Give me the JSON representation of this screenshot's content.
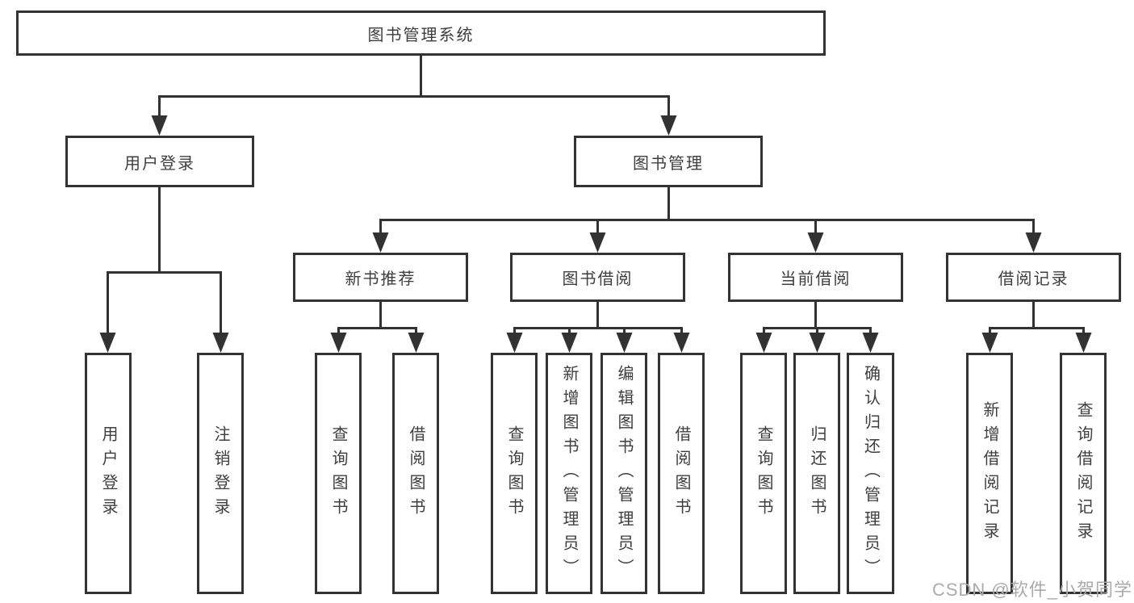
{
  "diagram": {
    "root": {
      "label": "图书管理系统"
    },
    "branches": [
      {
        "label": "用户登录",
        "children": [
          {
            "label": "用户登录"
          },
          {
            "label": "注销登录"
          }
        ]
      },
      {
        "label": "图书管理",
        "children": [
          {
            "label": "新书推荐",
            "children": [
              {
                "label": "查询图书"
              },
              {
                "label": "借阅图书"
              }
            ]
          },
          {
            "label": "图书借阅",
            "children": [
              {
                "label": "查询图书"
              },
              {
                "label": "新增图书（管理员）"
              },
              {
                "label": "编辑图书（管理员）"
              },
              {
                "label": "借阅图书"
              }
            ]
          },
          {
            "label": "当前借阅",
            "children": [
              {
                "label": "查询图书"
              },
              {
                "label": "归还图书"
              },
              {
                "label": "确认归还（管理员）"
              }
            ]
          },
          {
            "label": "借阅记录",
            "children": [
              {
                "label": "新增借阅记录"
              },
              {
                "label": "查询借阅记录"
              }
            ]
          }
        ]
      }
    ]
  },
  "watermark": {
    "text": "CSDN @软件_小贺同学"
  },
  "colors": {
    "line": "#323232",
    "box_border": "#333333",
    "text": "#3e3e3e",
    "watermark": "#ababab",
    "background": "#ffffff"
  }
}
